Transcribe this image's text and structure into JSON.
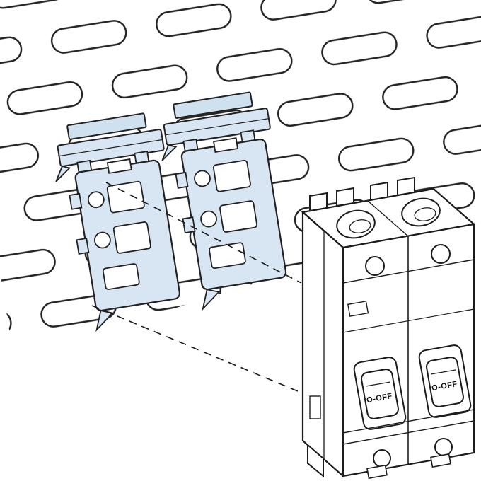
{
  "illustration": {
    "type": "technical-assembly-diagram",
    "description": "Two-pole miniature circuit breaker aligned for mounting onto blue adapter clips fixed to a perforated mounting plate",
    "colors": {
      "background": "#ffffff",
      "outline": "#1c1c1c",
      "clip_fill": "#d8e6f3",
      "clip_flange_fill": "#cfe0ef"
    },
    "breaker": {
      "toggles": [
        {
          "label": "O-OFF"
        },
        {
          "label": "O-OFF"
        }
      ]
    }
  }
}
